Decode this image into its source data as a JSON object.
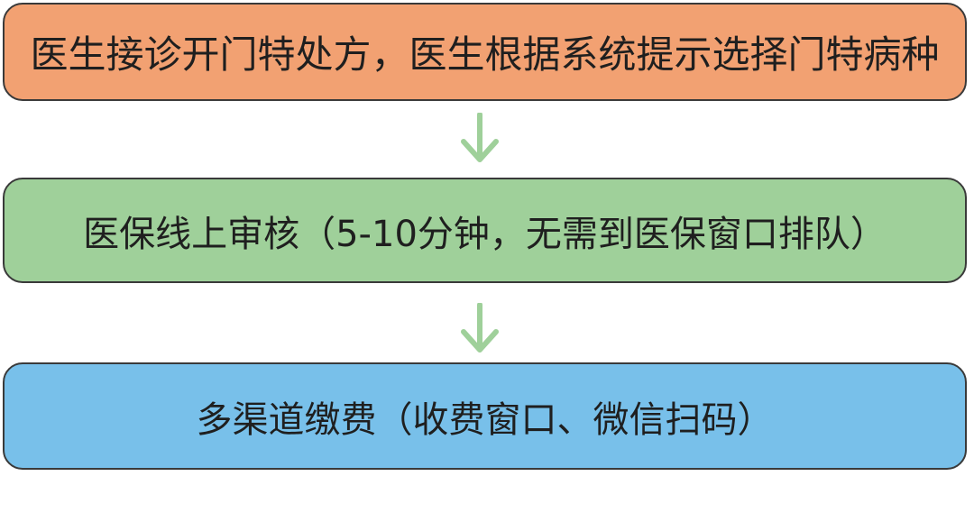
{
  "steps": [
    {
      "label": "医生接诊开门特处方，医生根据系统提示选择门特病种"
    },
    {
      "label": "医保线上审核（5-10分钟，无需到医保窗口排队）"
    },
    {
      "label": "多渠道缴费（收费窗口、微信扫码）"
    }
  ],
  "colors": {
    "step1_fill": "#f2a172",
    "step2_fill": "#9fd09a",
    "step3_fill": "#78c0ea",
    "arrow": "#9fd09a",
    "border": "#3a3a3a"
  },
  "icons": {
    "connector": "down-arrow-icon"
  }
}
